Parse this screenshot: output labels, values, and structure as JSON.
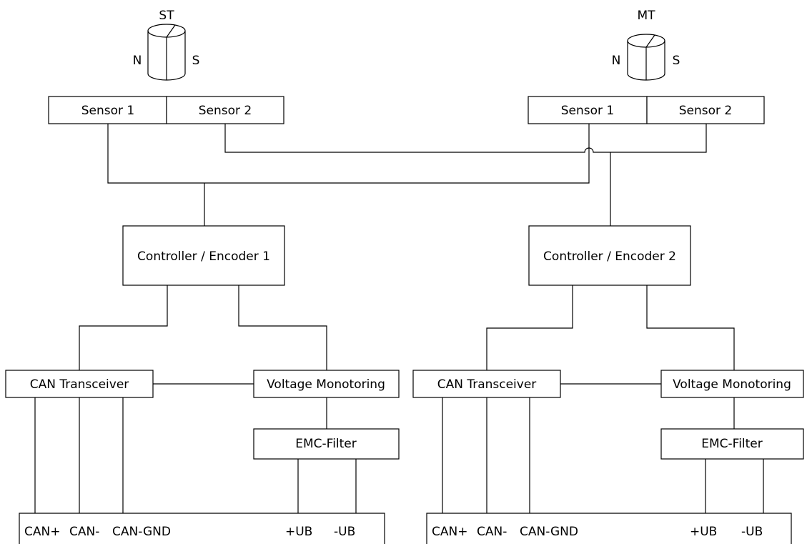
{
  "st_label": "ST",
  "mt_label": "MT",
  "magnet_pole_n": "N",
  "magnet_pole_s": "S",
  "left": {
    "sensor1": "Sensor 1",
    "sensor2": "Sensor 2",
    "controller": "Controller / Encoder 1",
    "can_transceiver": "CAN Transceiver",
    "voltage_monitoring": "Voltage Monotoring",
    "emc_filter": "EMC-Filter",
    "connectors": {
      "can_plus": "CAN+",
      "can_minus": "CAN-",
      "can_gnd": "CAN-GND",
      "ub_plus": "+UB",
      "ub_minus": "-UB"
    }
  },
  "right": {
    "sensor1": "Sensor 1",
    "sensor2": "Sensor 2",
    "controller": "Controller / Encoder 2",
    "can_transceiver": "CAN Transceiver",
    "voltage_monitoring": "Voltage Monotoring",
    "emc_filter": "EMC-Filter",
    "connectors": {
      "can_plus": "CAN+",
      "can_minus": "CAN-",
      "can_gnd": "CAN-GND",
      "ub_plus": "+UB",
      "ub_minus": "-UB"
    }
  }
}
